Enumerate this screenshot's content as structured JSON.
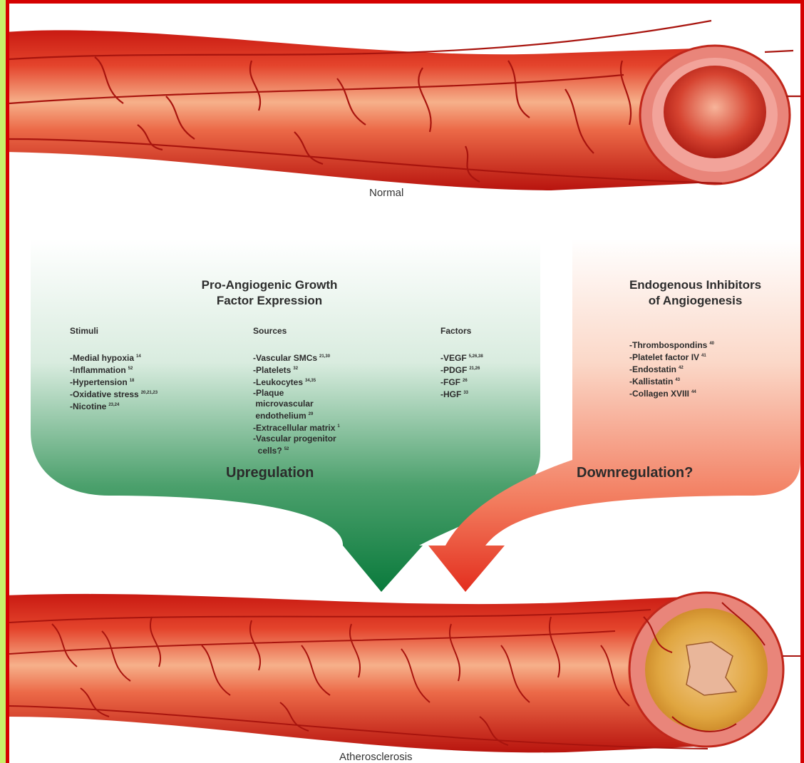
{
  "captions": {
    "top": "Normal",
    "bottom": "Atherosclerosis"
  },
  "left_panel": {
    "heading": [
      "Pro-Angiogenic Growth",
      "Factor Expression"
    ],
    "columns": [
      {
        "title": "Stimuli",
        "items": [
          {
            "text": "-Medial hypoxia",
            "ref": "14"
          },
          {
            "text": "-Inflammation",
            "ref": "52"
          },
          {
            "text": "-Hypertension",
            "ref": "18"
          },
          {
            "text": "-Oxidative stress",
            "ref": "20,21,23"
          },
          {
            "text": "-Nicotine",
            "ref": "23,24"
          }
        ]
      },
      {
        "title": "Sources",
        "items": [
          {
            "text": "-Vascular SMCs",
            "ref": "21,30"
          },
          {
            "text": "-Platelets",
            "ref": "32"
          },
          {
            "text": "-Leukocytes",
            "ref": "34,35"
          },
          {
            "text": "-Plaque",
            "ref": ""
          },
          {
            "text": " microvascular",
            "ref": ""
          },
          {
            "text": " endothelium",
            "ref": "29"
          },
          {
            "text": "-Extracellular matrix",
            "ref": "1"
          },
          {
            "text": "-Vascular progenitor",
            "ref": ""
          },
          {
            "text": "  cells?",
            "ref": "52"
          }
        ]
      },
      {
        "title": "Factors",
        "items": [
          {
            "text": "-VEGF",
            "ref": "5,26,38"
          },
          {
            "text": "-PDGF",
            "ref": "21,26"
          },
          {
            "text": "-FGF",
            "ref": "26"
          },
          {
            "text": "-HGF",
            "ref": "33"
          }
        ]
      }
    ],
    "arrow_label": "Upregulation",
    "color_top": "#ffffff",
    "color_bottom": "#0a7a3c"
  },
  "right_panel": {
    "heading": [
      "Endogenous Inhibitors",
      "of Angiogenesis"
    ],
    "items": [
      {
        "text": "-Thrombospondins",
        "ref": "40"
      },
      {
        "text": "-Platelet factor IV",
        "ref": "41"
      },
      {
        "text": "-Endostatin",
        "ref": "42"
      },
      {
        "text": "-Kallistatin",
        "ref": "43"
      },
      {
        "text": "-Collagen XVIII",
        "ref": "44"
      }
    ],
    "arrow_label": "Downregulation?",
    "color_top": "#ffffff",
    "color_bottom": "#ee3b2a"
  },
  "colors": {
    "frame_border": "#d50000",
    "outer_background": "#c8f06a",
    "vessel_red": "#d8281c",
    "vessel_highlight": "#f6b08a",
    "vasa_vasorum": "#a8140e",
    "plaque_yellow": "#e0a640"
  }
}
